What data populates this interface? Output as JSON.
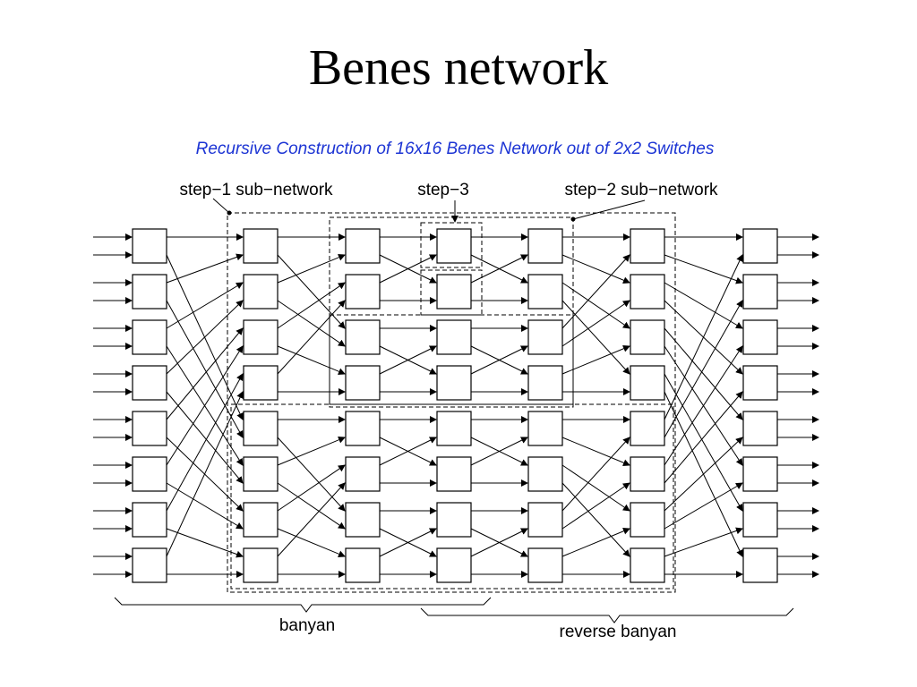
{
  "slide": {
    "title": "Benes network"
  },
  "diagram": {
    "heading": "Recursive Construction of 16x16 Benes Network out of 2x2 Switches",
    "heading_color": "#1c34d4",
    "labels": {
      "step1": "step−1 sub−network",
      "step3": "step−3",
      "step2": "step−2 sub−network",
      "banyan": "banyan",
      "reverse_banyan": "reverse banyan"
    },
    "ports": 16,
    "switch_stages": 7,
    "switches_per_stage": 8,
    "switch_type": "2x2"
  }
}
